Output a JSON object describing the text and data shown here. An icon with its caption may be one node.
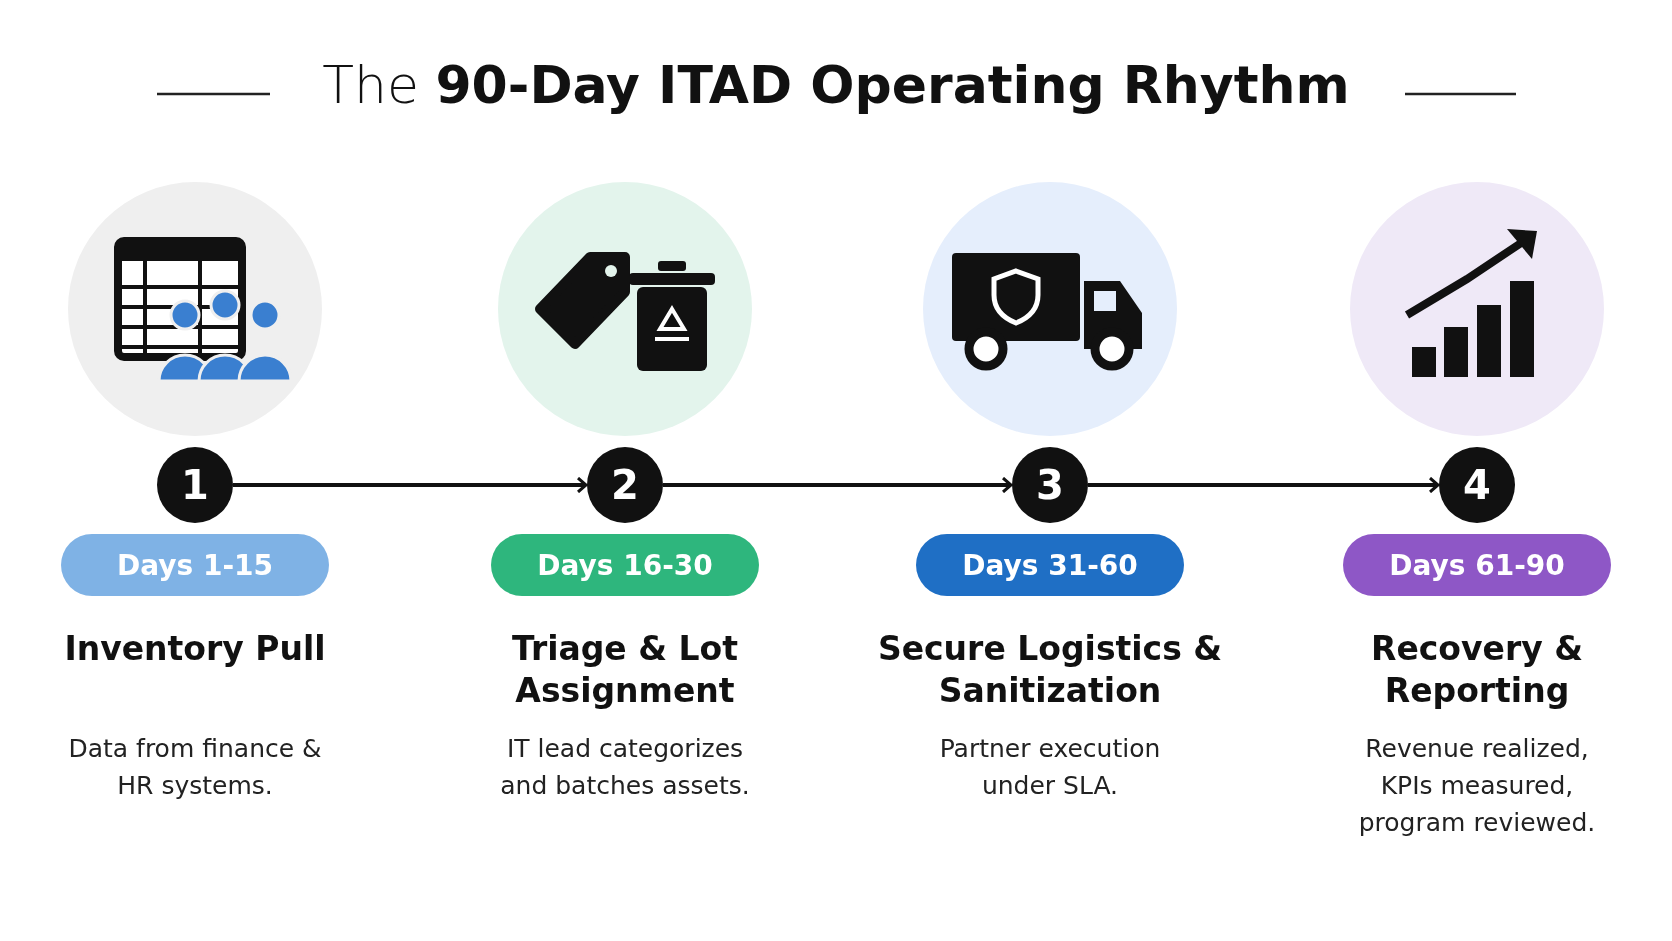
{
  "diagram": {
    "title": "The **90-Day ITAD Operating Rhythm**",
    "nodes": [
      {
        "text": [
          "1"
        ]
      },
      {
        "text": [
          "2"
        ]
      },
      {
        "text": [
          "3"
        ]
      },
      {
        "text": [
          "4"
        ]
      },
      {
        "text": [
          "Days 1-15"
        ],
        "beside": [
          "Inventory Pull",
          "Data from finance & HR systems."
        ]
      },
      {
        "text": [
          "Days 16-30"
        ],
        "beside": [
          "Triage & Lot Assignment",
          "IT lead categorizes and batches assets."
        ]
      },
      {
        "text": [
          "Days 31-60"
        ],
        "beside": [
          "Secure Logistics & Sanitization",
          "Partner execution under SLA."
        ]
      },
      {
        "text": [
          "Days 61-90"
        ],
        "beside": [
          "Recovery & Reporting",
          "Revenue realized, KPIs measured, program reviewed."
        ]
      }
    ],
    "edges": [
      {
        "from": 0,
        "to": 1,
        "arrow": "to"
      },
      {
        "from": 1,
        "to": 2,
        "arrow": "to"
      },
      {
        "from": 2,
        "to": 3,
        "arrow": "to"
      }
    ]
  }
}
